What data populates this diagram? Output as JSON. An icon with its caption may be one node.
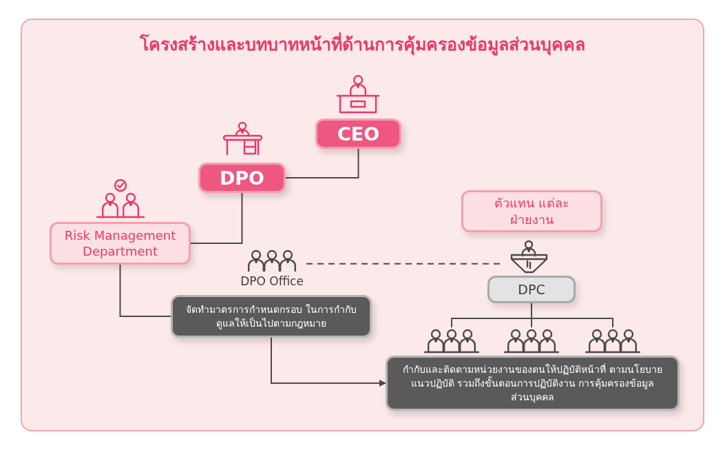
{
  "diagram": {
    "title": "โครงสร้างและบทบาทหน้าที่ด้านการคุ้มครองข้อมูลส่วนบุคคล",
    "nodes": [
      {
        "text": [
          "CEO"
        ]
      },
      {
        "text": [
          "DPO"
        ]
      },
      {
        "text": [
          "Risk Management Department"
        ]
      },
      {
        "text": [],
        "shape": "person",
        "beside": [
          "DPO Office"
        ]
      },
      {
        "text": [
          "ตัวแทน แต่ละฝ่ายงาน"
        ]
      },
      {
        "text": [],
        "shape": "person"
      },
      {
        "text": [
          "DPC"
        ]
      },
      {
        "text": [
          "จัดทำมาตรการกำหนดกรอบ ในการกำกับดูแลให้เป็นไปตามกฎหมาย"
        ]
      },
      {
        "text": [],
        "shape": "person"
      },
      {
        "text": [],
        "shape": "person"
      },
      {
        "text": [],
        "shape": "person"
      },
      {
        "text": [
          "กำกับและติดตามหน่วยงานของตนให้ปฏิบัติหน้าที่ ตามนโยบาย แนวปฏิบัติ รวมถึงขั้นตอนการปฏิบัติงาน การคุ้มครองข้อมูลส่วนบุคคล"
        ]
      }
    ],
    "edges": [
      {
        "from": 0,
        "to": 1,
        "arrow": "none"
      },
      {
        "from": 1,
        "to": 2,
        "arrow": "none"
      },
      {
        "from": 2,
        "to": 7,
        "arrow": "none"
      },
      {
        "from": 7,
        "to": 11,
        "arrow": "to"
      },
      {
        "from": 3,
        "to": 5,
        "arrow": "none",
        "style": "dashed"
      },
      {
        "from": 6,
        "to": 8,
        "arrow": "none"
      },
      {
        "from": 6,
        "to": 9,
        "arrow": "none"
      },
      {
        "from": 6,
        "to": 10,
        "arrow": "none"
      }
    ]
  }
}
